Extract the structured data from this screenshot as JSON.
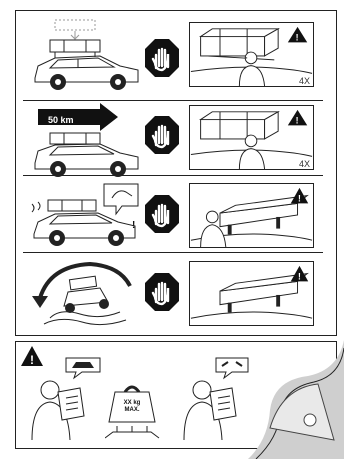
{
  "rows": [
    {
      "id": "row-1",
      "panel_count": "4X"
    },
    {
      "id": "row-2",
      "speed": "50 km",
      "panel_count": "4X"
    },
    {
      "id": "row-3"
    },
    {
      "id": "row-4"
    }
  ],
  "bottom": {
    "weight_line1": "XX kg",
    "weight_line2": "MAX."
  },
  "colors": {
    "line": "#222222",
    "fill_dark": "#111111",
    "fill_grey": "#cccccc"
  },
  "icons": [
    "stop-hand-icon",
    "warning-triangle-icon",
    "car-icon",
    "roof-box-icon",
    "person-icon",
    "weight-icon",
    "arrow-right-icon"
  ]
}
